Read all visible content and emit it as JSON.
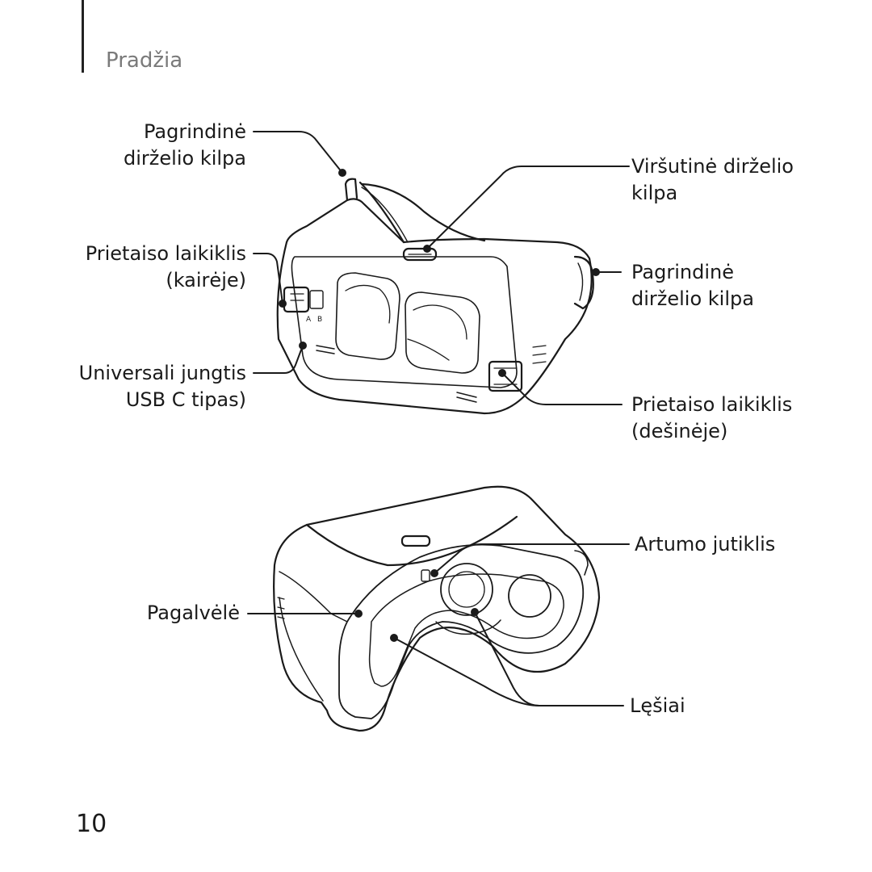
{
  "header": {
    "section_title": "Pradžia"
  },
  "top_figure": {
    "labels": {
      "main_strap_loop_left": [
        "Pagrindinė",
        "dirželio kilpa"
      ],
      "device_holder_left": [
        "Prietaiso laikiklis",
        "(kairėje)"
      ],
      "universal_connector": [
        "Universali jungtis",
        "USB C tipas)"
      ],
      "top_strap_loop": [
        "Viršutinė dirželio",
        "kilpa"
      ],
      "main_strap_loop_right": [
        "Pagrindinė",
        "dirželio kilpa"
      ],
      "device_holder_right": [
        "Prietaiso laikiklis",
        "(dešinėje)"
      ]
    },
    "switch_marks": [
      "A",
      "B"
    ]
  },
  "bottom_figure": {
    "labels": {
      "proximity_sensor": "Artumo jutiklis",
      "cushion": "Pagalvėlė",
      "lenses": "Lęšiai"
    }
  },
  "footer": {
    "page_number": "10"
  }
}
